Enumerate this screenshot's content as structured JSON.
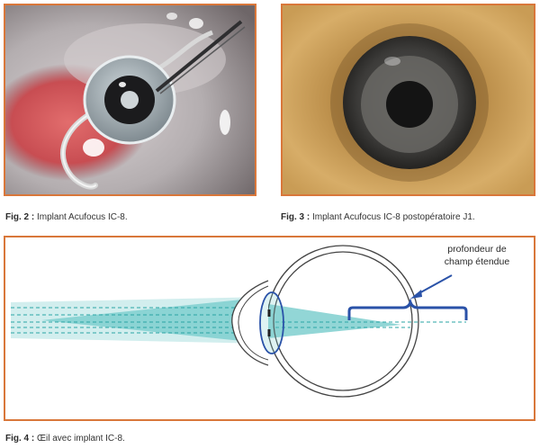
{
  "figures": [
    {
      "id": "fig2",
      "label": "Fig. 2 :",
      "caption": "Implant Acufocus IC-8.",
      "image": "surgical-photo-implant-insertion"
    },
    {
      "id": "fig3",
      "label": "Fig. 3 :",
      "caption": "Implant Acufocus IC-8 postopératoire J1.",
      "image": "iris-photo-implant-postoperative"
    },
    {
      "id": "fig4",
      "label": "Fig. 4 :",
      "caption": "Œil avec implant IC-8.",
      "image": "eye-diagram-extended-depth-of-focus",
      "annotation_lines": [
        "profondeur de",
        "champ étendue"
      ]
    }
  ],
  "colors": {
    "frame": "#d9773a",
    "diagram_blue": "#2a52a8",
    "light_cone": "#7fcfcf",
    "eye_outline": "#444444"
  }
}
